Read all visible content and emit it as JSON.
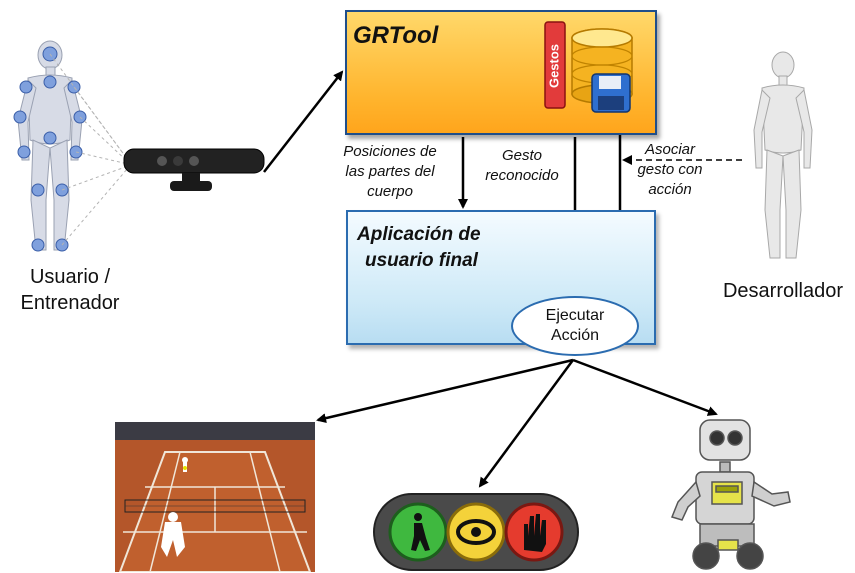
{
  "grtool": {
    "title": "GRTool",
    "db_label": "Gestos"
  },
  "app": {
    "title_line1": "Aplicación de",
    "title_line2": "usuario final"
  },
  "action": {
    "line1": "Ejecutar",
    "line2": "Acción"
  },
  "user": {
    "line1": "Usuario /",
    "line2": "Entrenador"
  },
  "developer": {
    "label": "Desarrollador"
  },
  "edges": {
    "positions": [
      "Posiciones de",
      "las partes del",
      "cuerpo"
    ],
    "gesture": [
      "Gesto",
      "reconocido"
    ],
    "associate": [
      "Asociar",
      "gesto con",
      "acción"
    ]
  },
  "outputs": [
    {
      "icon": "tennis-game-icon"
    },
    {
      "icon": "traffic-light-icon"
    },
    {
      "icon": "robot-icon"
    }
  ],
  "colors": {
    "grtool_fill": "#ffb52e",
    "app_fill": "#cde9f7",
    "border": "#1f4e8a"
  }
}
